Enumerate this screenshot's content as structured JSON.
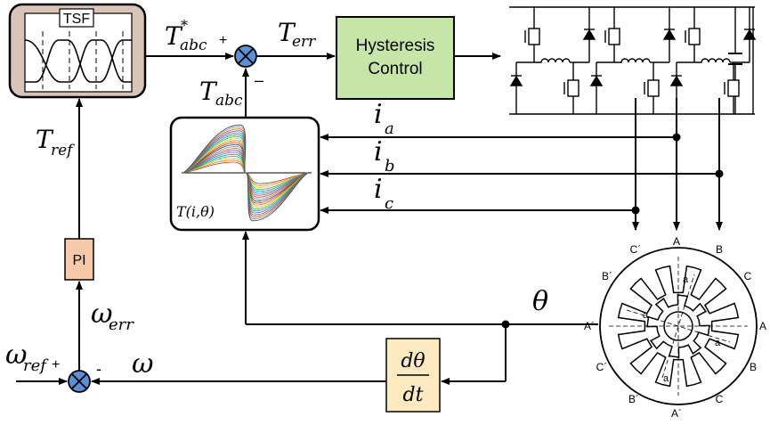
{
  "blocks": {
    "tsf": "TSF",
    "hysteresis_line1": "Hysteresis",
    "hysteresis_line2": "Control",
    "pi": "PI",
    "torque_table": "T(i,θ)",
    "deriv_num": "dθ",
    "deriv_den": "dt"
  },
  "signals": {
    "t_abc_star_main": "T",
    "t_abc_star_sup": "*",
    "t_abc_star_sub": "abc",
    "t_err_main": "T",
    "t_err_sub": "err",
    "t_abc_main": "T",
    "t_abc_sub": "abc",
    "t_ref_main": "T",
    "t_ref_sub": "ref",
    "i_a_main": "i",
    "i_a_sub": "a",
    "i_b_main": "i",
    "i_b_sub": "b",
    "i_c_main": "i",
    "i_c_sub": "c",
    "theta": "θ",
    "omega": "ω",
    "omega_err_main": "ω",
    "omega_err_sub": "err",
    "omega_ref_main": "ω",
    "omega_ref_sub": "ref",
    "plus": "+",
    "minus": "-",
    "minus_dash": "–"
  },
  "motor_labels": {
    "top_a": "A",
    "top_b": "B",
    "top_c": "C",
    "c_upper_left": "C´",
    "b_left": "B´",
    "a_left": "A´",
    "c_lower_left": "C´",
    "b_lower": "B´",
    "a_bottom": "A´",
    "c_bottom_right": "C",
    "b_right": "B",
    "a_right": "A",
    "c_right": "C",
    "rotor_a": "a"
  },
  "colors": {
    "tsf_fill": "#d9c4b8",
    "hysteresis_fill": "#c6e6a8",
    "pi_fill": "#f6c9a8",
    "deriv_fill": "#fdeac0"
  }
}
